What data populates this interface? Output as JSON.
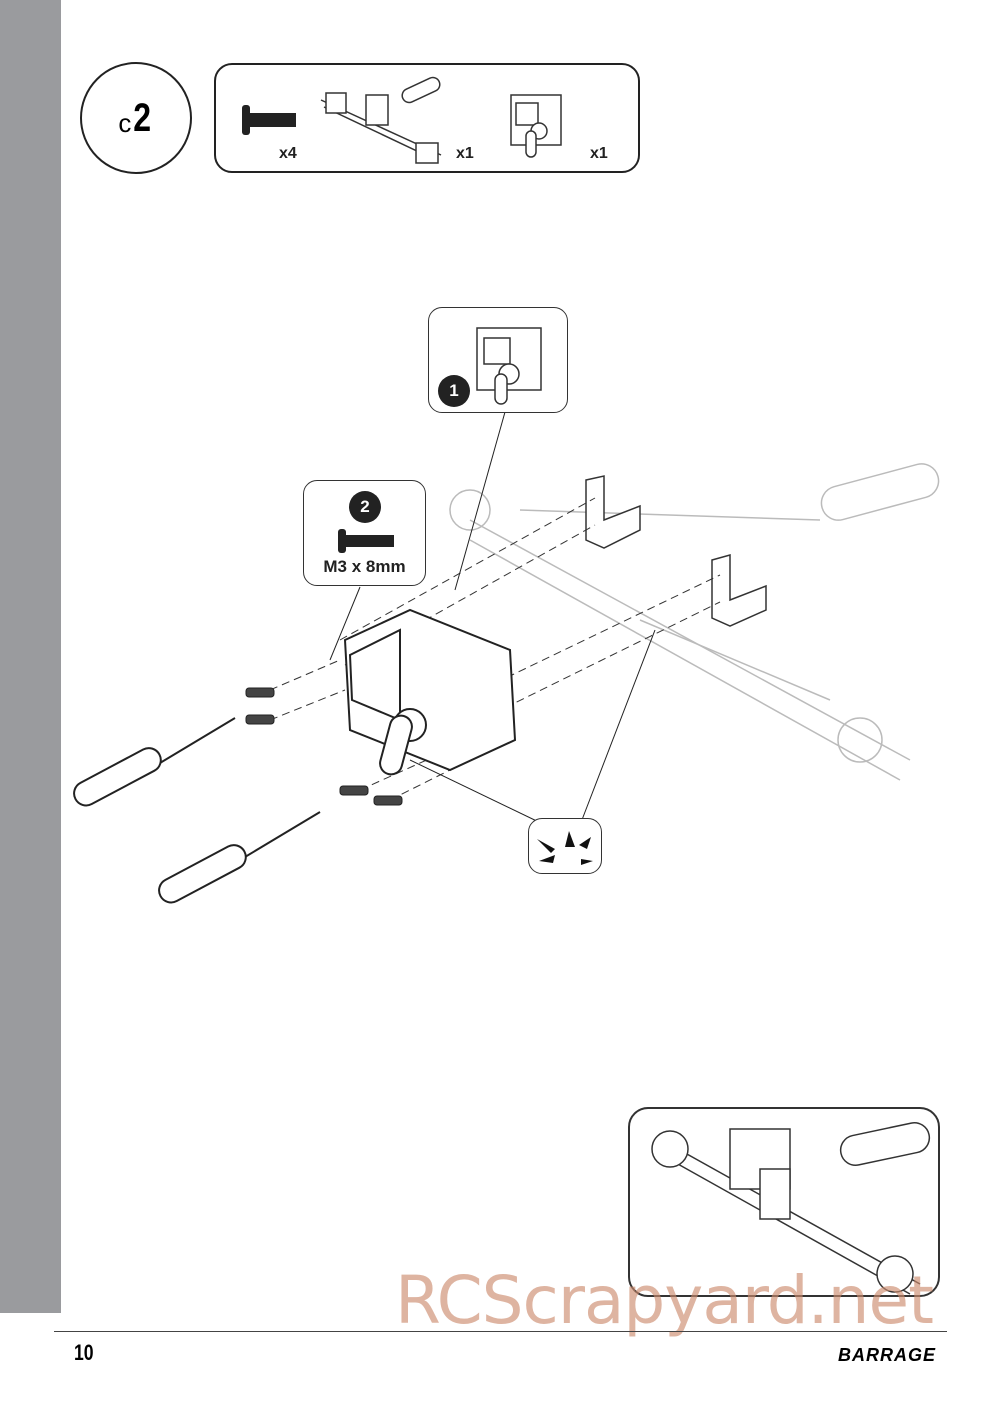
{
  "step": {
    "prefix": "c",
    "number": "2"
  },
  "parts": [
    {
      "name": "screw",
      "qty": "x4"
    },
    {
      "name": "axle-assembly",
      "qty": "x1"
    },
    {
      "name": "servo",
      "qty": "x1"
    }
  ],
  "callouts": {
    "servo_step": "1",
    "screw_step": "2",
    "screw_size": "M3 x 8mm"
  },
  "footer": {
    "page_number": "10",
    "brand": "BARRAGE"
  },
  "watermark": "RCScrapyard.net"
}
